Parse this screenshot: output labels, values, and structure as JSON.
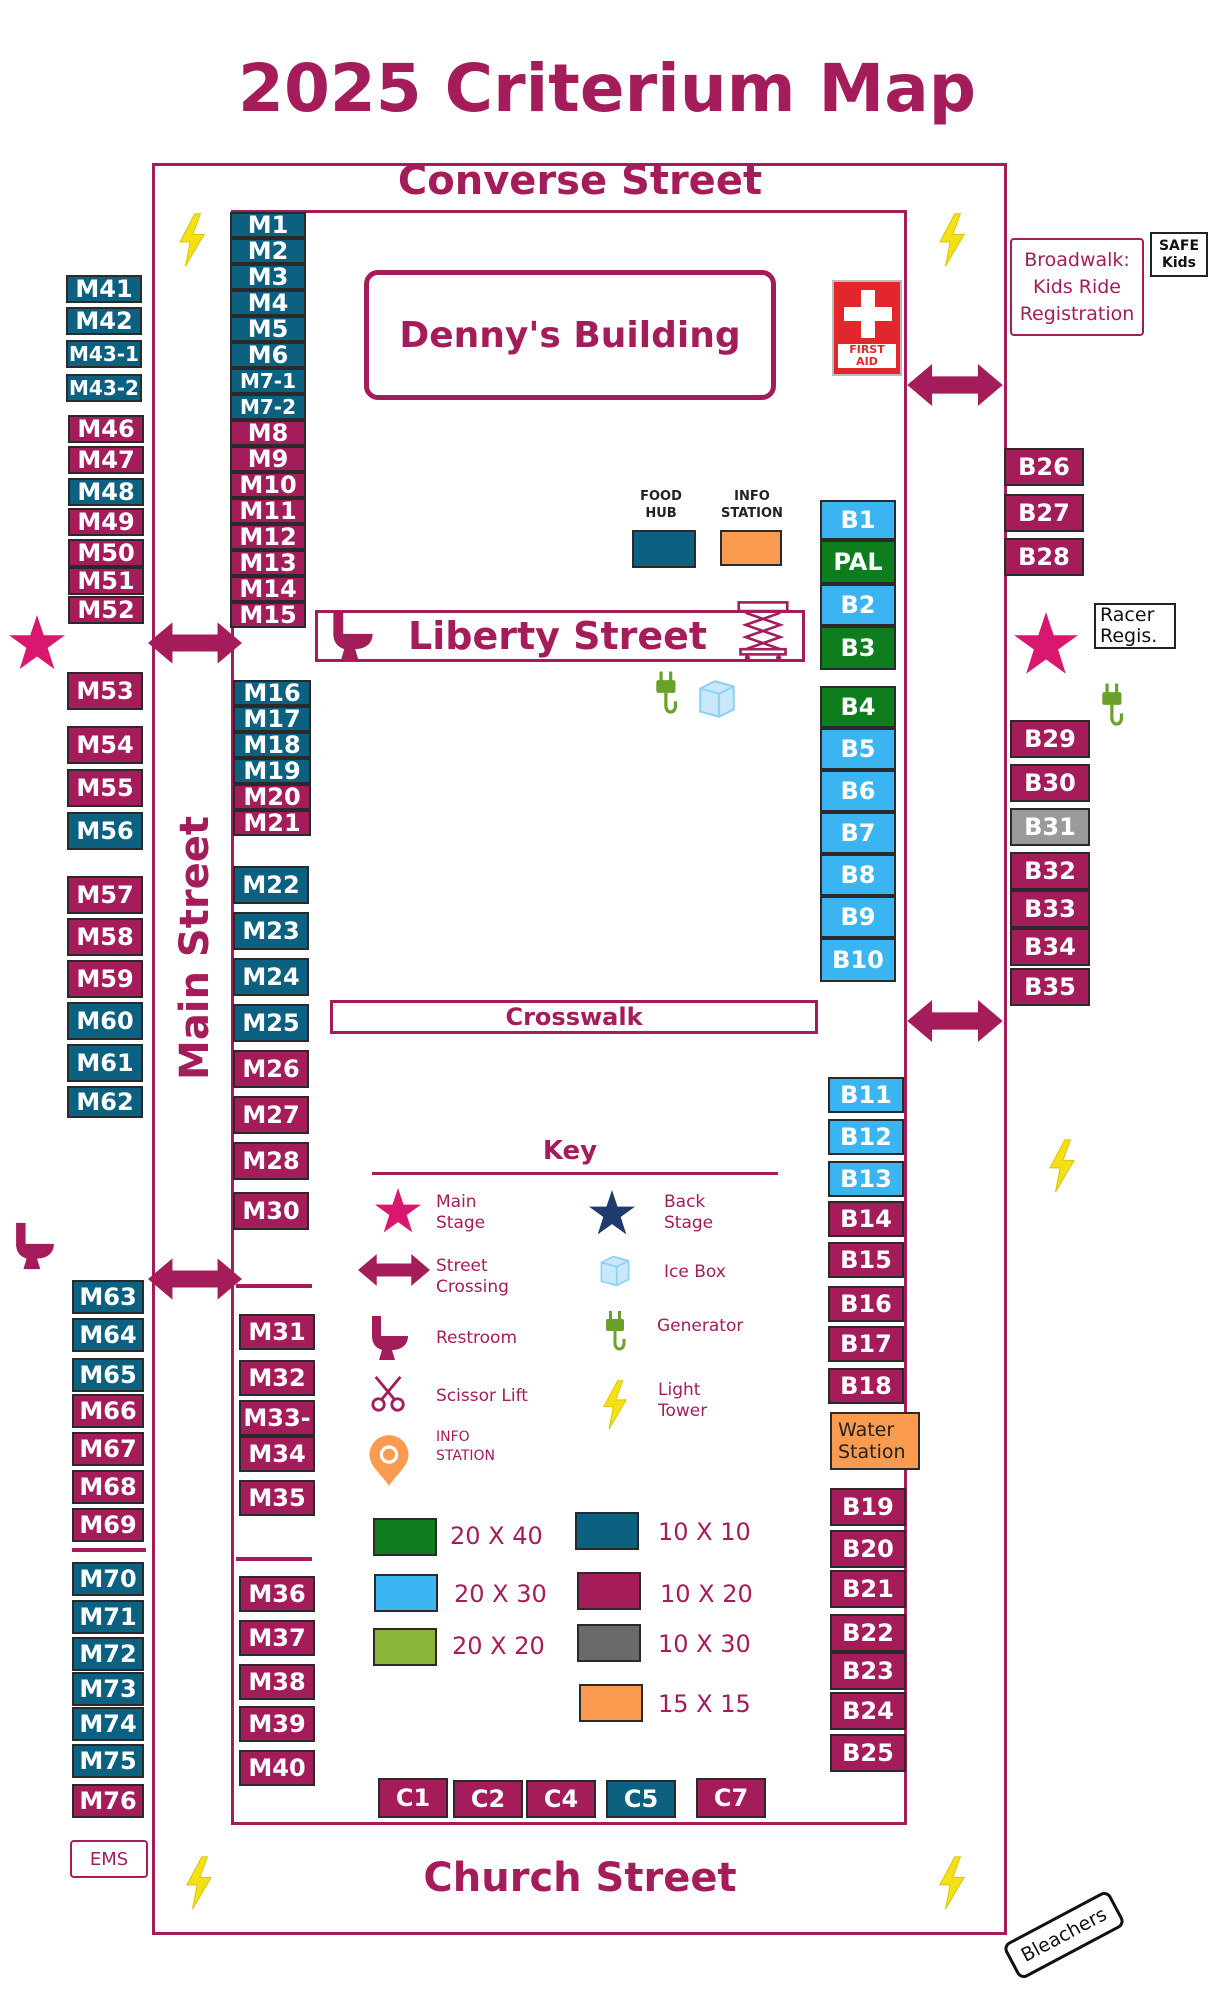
{
  "title": "2025 Criterium Map",
  "streets": {
    "top": "Converse Street",
    "bottom": "Church Street",
    "left": "Main Street",
    "middle": "Liberty Street",
    "crosswalk": "Crosswalk"
  },
  "building": "Denny's Building",
  "first_aid": "FIRST AID",
  "food_hub": "FOOD HUB",
  "info_station": "INFO STATION",
  "broadwalk": "Broadwalk: Kids Ride Registration",
  "safe_kids": "SAFE Kids",
  "racer_regis": "Racer Regis.",
  "ems": "EMS",
  "bleachers": "Bleachers",
  "key": {
    "title": "Key",
    "main_stage": "Main Stage",
    "back_stage": "Back Stage",
    "street_crossing": "Street Crossing",
    "ice_box": "Ice Box",
    "restroom": "Restroom",
    "generator": "Generator",
    "scissor_lift": "Scissor Lift",
    "light_tower": "Light Tower",
    "info_station": "INFO STATION",
    "sizes": {
      "s20x40": "20 X 40",
      "s20x30": "20 X 30",
      "s20x20": "20 X 20",
      "s10x10": "10 X 10",
      "s10x20": "10 X 20",
      "s10x30": "10 X 30",
      "s15x15": "15 X 15"
    }
  },
  "colors": {
    "brand": "#a51c5b",
    "size_20x40": "#0d7d1d",
    "size_20x30": "#3bb4f2",
    "size_20x20": "#8ab53a",
    "size_10x10": "#0c6080",
    "size_10x20": "#a51c5b",
    "size_10x30": "#6a6a6a",
    "size_15x15": "#fb9b50"
  },
  "booths": {
    "M1": "M1",
    "M2": "M2",
    "M3": "M3",
    "M4": "M4",
    "M5": "M5",
    "M6": "M6",
    "M7_1": "M7-1",
    "M7_2": "M7-2",
    "M8": "M8",
    "M9": "M9",
    "M10": "M10",
    "M11": "M11",
    "M12": "M12",
    "M13": "M13",
    "M14": "M14",
    "M15": "M15",
    "M16": "M16",
    "M17": "M17",
    "M18": "M18",
    "M19": "M19",
    "M20": "M20",
    "M21": "M21",
    "M22": "M22",
    "M23": "M23",
    "M24": "M24",
    "M25": "M25",
    "M26": "M26",
    "M27": "M27",
    "M28": "M28",
    "M30": "M30",
    "M31": "M31",
    "M32": "M32",
    "M33": "M33-",
    "M34": "M34",
    "M35": "M35",
    "M36": "M36",
    "M37": "M37",
    "M38": "M38",
    "M39": "M39",
    "M40": "M40",
    "M41": "M41",
    "M42": "M42",
    "M43_1": "M43-1",
    "M43_2": "M43-2",
    "M46": "M46",
    "M47": "M47",
    "M48": "M48",
    "M49": "M49",
    "M50": "M50",
    "M51": "M51",
    "M52": "M52",
    "M53": "M53",
    "M54": "M54",
    "M55": "M55",
    "M56": "M56",
    "M57": "M57",
    "M58": "M58",
    "M59": "M59",
    "M60": "M60",
    "M61": "M61",
    "M62": "M62",
    "M63": "M63",
    "M64": "M64",
    "M65": "M65",
    "M66": "M66",
    "M67": "M67",
    "M68": "M68",
    "M69": "M69",
    "M70": "M70",
    "M71": "M71",
    "M72": "M72",
    "M73": "M73",
    "M74": "M74",
    "M75": "M75",
    "M76": "M76",
    "B1": "B1",
    "PAL": "PAL",
    "B2": "B2",
    "B3": "B3",
    "B4": "B4",
    "B5": "B5",
    "B6": "B6",
    "B7": "B7",
    "B8": "B8",
    "B9": "B9",
    "B10": "B10",
    "B11": "B11",
    "B12": "B12",
    "B13": "B13",
    "B14": "B14",
    "B15": "B15",
    "B16": "B16",
    "B17": "B17",
    "B18": "B18",
    "water": "Water Station",
    "B19": "B19",
    "B20": "B20",
    "B21": "B21",
    "B22": "B22",
    "B23": "B23",
    "B24": "B24",
    "B25": "B25",
    "B26": "B26",
    "B27": "B27",
    "B28": "B28",
    "B29": "B29",
    "B30": "B30",
    "B31": "B31",
    "B32": "B32",
    "B33": "B33",
    "B34": "B34",
    "B35": "B35",
    "C1": "C1",
    "C2": "C2",
    "C4": "C4",
    "C5": "C5",
    "C7": "C7"
  }
}
